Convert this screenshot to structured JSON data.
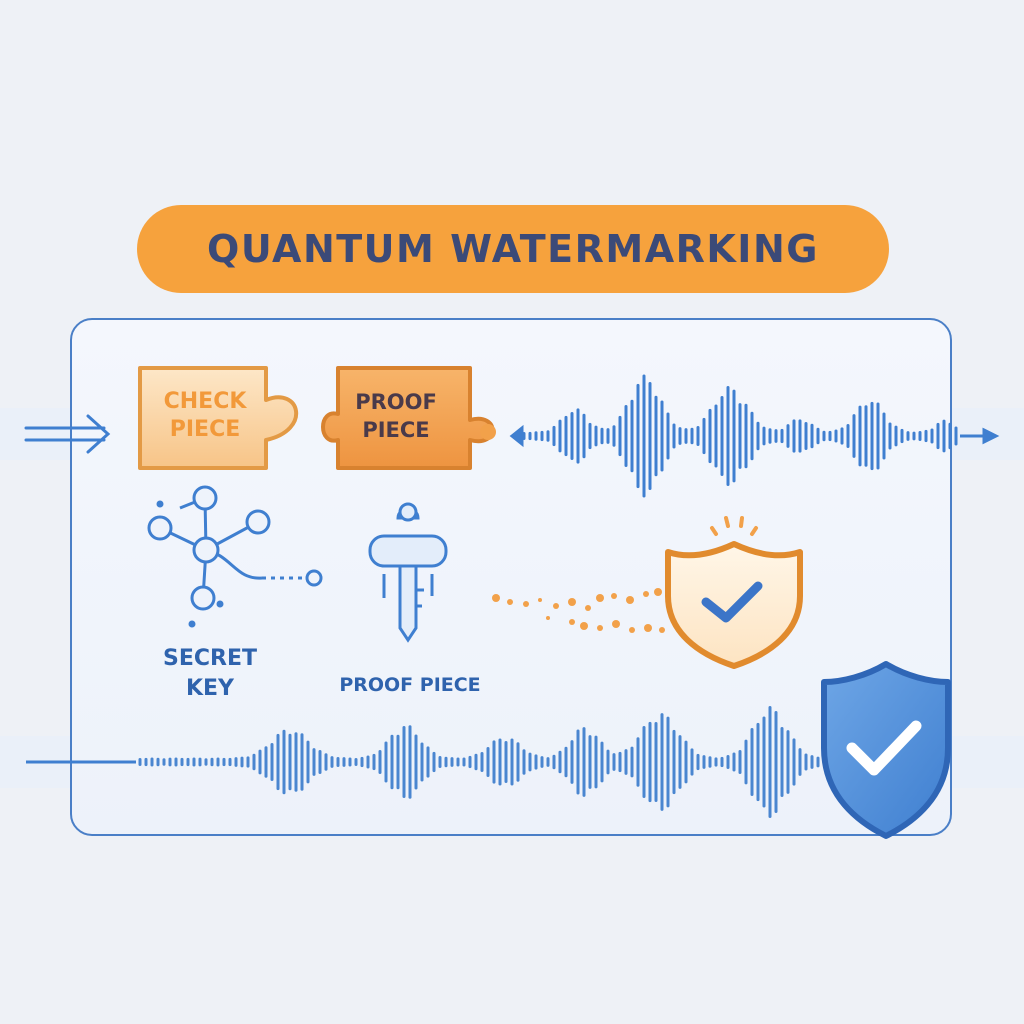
{
  "title": "QUANTUM WATERMARKING",
  "pieces": {
    "check_line1": "CHECK",
    "check_line2": "PIECE",
    "proof_line1": "PROOF",
    "proof_line2": "PIECE"
  },
  "labels": {
    "secret_key_line1": "SECRET",
    "secret_key_line2": "KEY",
    "proof_piece": "PROOF PIECE"
  },
  "colors": {
    "accent_orange": "#f6a23d",
    "primary_blue": "#4a86d0",
    "title_text": "#3b4a78"
  },
  "icons": [
    "input-arrow-icon",
    "molecule-network-icon",
    "key-icon",
    "verified-shield-icon",
    "checkmark-shield-icon"
  ]
}
